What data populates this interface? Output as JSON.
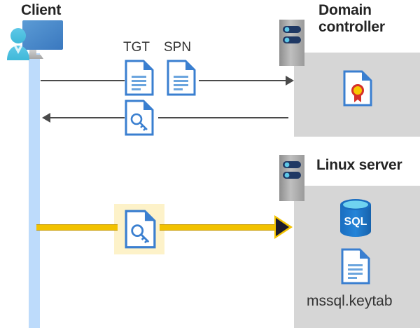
{
  "diagram": {
    "type": "sequence-flow",
    "background": "#ffffff",
    "accent_blue": "#2c7cd6",
    "highlight_yellow": "#fdf2c9",
    "arrow_yellow": "#f2c200",
    "box_gray": "#d6d6d6",
    "lifeline_blue": "#bddbfb"
  },
  "client": {
    "title": "Client",
    "icon": "user-workstation-icon"
  },
  "domain_controller": {
    "title": "Domain controller",
    "title_line1": "Domain",
    "title_line2": "controller",
    "rack_icon": "server-rack-icon",
    "contents": [
      {
        "icon": "certificate-document-icon",
        "label": ""
      }
    ]
  },
  "linux_server": {
    "title": "Linux server",
    "rack_icon": "server-rack-icon",
    "contents": [
      {
        "icon": "sql-database-icon",
        "label": "SQL"
      },
      {
        "icon": "keytab-document-icon",
        "label": "mssql.keytab"
      }
    ]
  },
  "messages": [
    {
      "id": "request",
      "direction": "right",
      "from": "client",
      "to": "domain_controller",
      "style": "gray-line",
      "artifacts": [
        {
          "label": "TGT",
          "icon": "document-lines-icon"
        },
        {
          "label": "SPN",
          "icon": "document-lines-icon"
        }
      ]
    },
    {
      "id": "ticket-response",
      "direction": "left",
      "from": "domain_controller",
      "to": "client",
      "style": "gray-line",
      "artifacts": [
        {
          "label": "",
          "icon": "document-key-icon"
        }
      ]
    },
    {
      "id": "service-ticket",
      "direction": "right",
      "from": "client",
      "to": "linux_server",
      "style": "yellow-highlight-arrow",
      "highlighted": true,
      "artifacts": [
        {
          "label": "",
          "icon": "document-key-icon"
        }
      ]
    }
  ],
  "labels": {
    "tgt": "TGT",
    "spn": "SPN",
    "keytab_file": "mssql.keytab",
    "sql_text": "SQL"
  }
}
